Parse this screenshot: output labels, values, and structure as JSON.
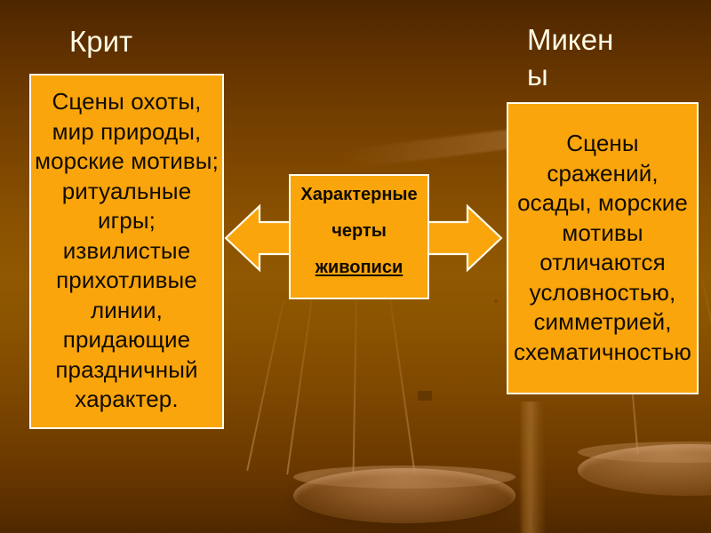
{
  "slide": {
    "background_color_top": "#4d2600",
    "background_color_mid": "#905800",
    "background_color_bottom": "#4f2800",
    "accent_box_color": "#f9a50b",
    "box_border_color": "#fffdf0",
    "heading_color": "#fffbe3",
    "body_text_color": "#120c00"
  },
  "headings": {
    "left": "Крит",
    "right_line1": "Микен",
    "right_line2": "ы",
    "right_full": "Микены"
  },
  "left_panel": {
    "text": "Сцены охоты, мир природы, морские мотивы; ритуальные игры; извилистые прихотливые линии, придающие праздничный характер."
  },
  "right_panel": {
    "text": "Сцены сражений, осады, морские мотивы отличаются условностью, симметрией, схематичностью"
  },
  "center_box": {
    "line1": "Характерные",
    "line2": "черты",
    "line3": "живописи",
    "line3_underlined": true
  },
  "arrow": {
    "type": "double-headed-horizontal",
    "fill": "#f9a50b",
    "stroke": "#fffdf0",
    "points_left_to": "left_panel",
    "points_right_to": "right_panel"
  },
  "background_art": {
    "subject": "balance-scale",
    "parts": [
      "scale-beam",
      "scale-post",
      "left-pan",
      "right-pan",
      "suspension-cords"
    ]
  }
}
